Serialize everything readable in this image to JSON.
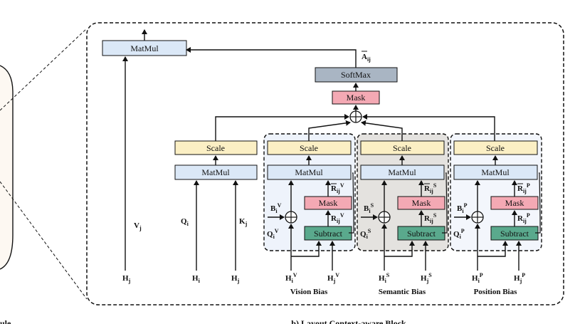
{
  "diagram": {
    "caption_left": "ule",
    "caption_main": "b) Layout Context-aware Block",
    "boxes": {
      "matmul_top": "MatMul",
      "softmax": "SoftMax",
      "mask_top": "Mask",
      "scale": "Scale",
      "matmul": "MatMul",
      "mask": "Mask",
      "subtract": "Subtract"
    },
    "labels": {
      "a_ij": "A",
      "a_ij_sub": "ij",
      "v_j": "V",
      "v_j_sub": "j",
      "q_i": "Q",
      "q_i_sub": "i",
      "k_j": "K",
      "k_j_sub": "j",
      "h_j": "H",
      "h_j_sub": "j",
      "h_i": "H",
      "h_i_sub": "i"
    },
    "branches": [
      {
        "key": "V",
        "title": "Vision Bias"
      },
      {
        "key": "S",
        "title": "Semantic Bias"
      },
      {
        "key": "P",
        "title": "Position Bias"
      }
    ],
    "branch_labels": {
      "b": "B",
      "q": "Q",
      "r": "R",
      "h": "H",
      "sub_i": "i",
      "sub_ij": "ij",
      "sub_j": "j"
    },
    "colors": {
      "matmul": "#dbe8f7",
      "scale": "#fbefc4",
      "mask": "#f4a9b4",
      "softmax": "#a9b5c3",
      "subtract": "#5aa98d",
      "vision_bg": "#eef3fb",
      "semantic_bg": "#e4e2df",
      "position_bg": "#f3f6fc",
      "outer_bg": "#fdf8f2"
    }
  }
}
